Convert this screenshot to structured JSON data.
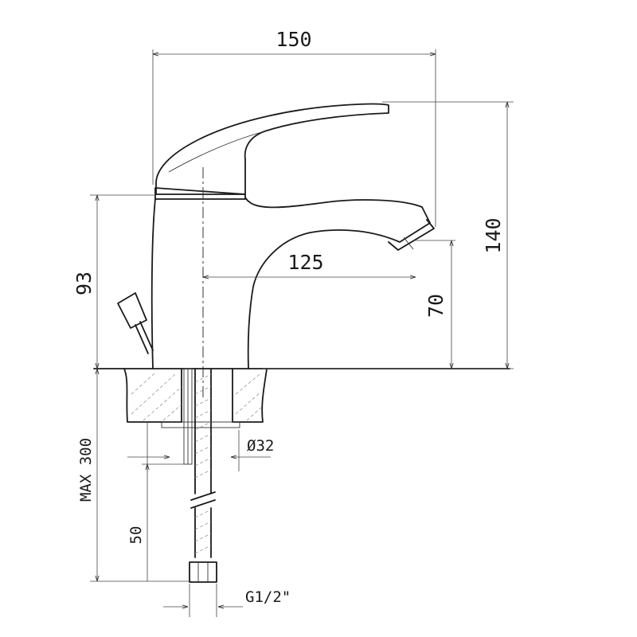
{
  "dimensions": {
    "overall_width": "150",
    "spout_reach": "125",
    "overall_height": "140",
    "spout_height": "93",
    "outlet_height": "70",
    "max_hose": "MAX 300",
    "shank_length": "50",
    "hole_diameter": "Ø32",
    "thread": "G1/2\""
  }
}
